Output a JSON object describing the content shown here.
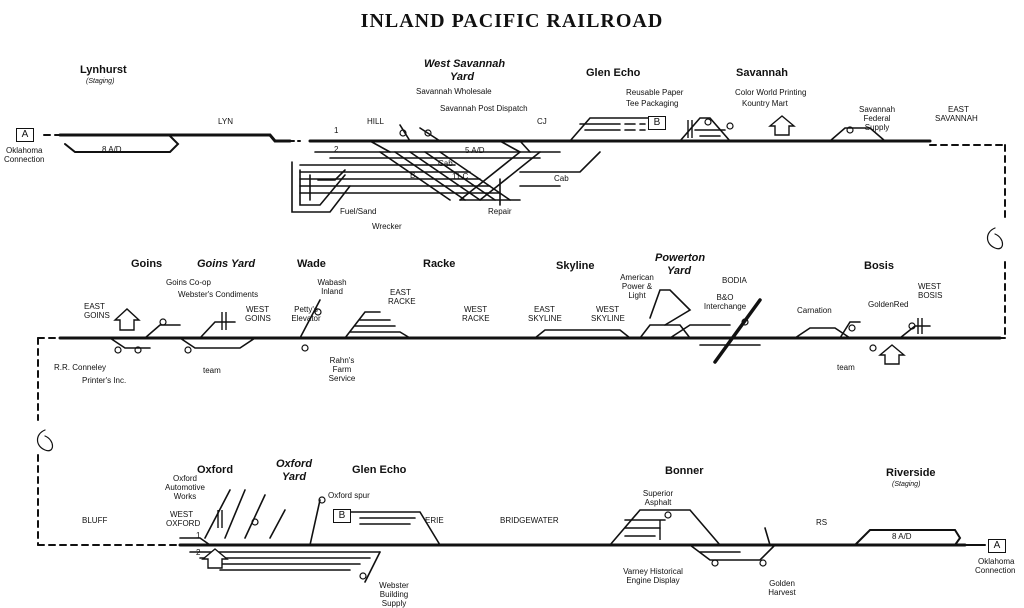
{
  "title": "INLAND PACIFIC RAILROAD",
  "row1": {
    "lynhurst": {
      "name": "Lynhurst",
      "note": "(Staging)",
      "track": "8 A/D",
      "segment": "LYN"
    },
    "box_a_left": "A",
    "oklahoma_left": [
      "Oklahoma",
      "Connection"
    ],
    "track_numbers": [
      "1",
      "2"
    ],
    "hill": "HILL",
    "west_savannah": {
      "name": [
        "West Savannah",
        "Yard"
      ],
      "industries": [
        "Savannah Wholesale",
        "Savannah Post Dispatch"
      ],
      "tracks": [
        "5 A/D",
        "11 C"
      ],
      "cab": "Cab",
      "fuel": "Fuel/Sand",
      "wrecker": "Wrecker",
      "repair": "Repair",
      "b": "B"
    },
    "cj": "CJ",
    "cab2": "Cab",
    "glen_echo": {
      "name": "Glen Echo",
      "industries": [
        "Reusable Paper",
        "Tee Packaging"
      ],
      "box": "B"
    },
    "savannah": {
      "name": "Savannah",
      "industries": [
        "Color World Printing",
        "Kountry Mart"
      ]
    },
    "savannah_federal": "Savannah Federal Supply",
    "east_savannah": [
      "EAST",
      "SAVANNAH"
    ]
  },
  "row2": {
    "goins": {
      "name": "Goins",
      "yard": "Goins Yard",
      "east": [
        "EAST",
        "GOINS"
      ],
      "west": [
        "WEST",
        "GOINS"
      ],
      "industries": [
        "Goins Co-op",
        "Webster's Condiments",
        "R.R. Conneley",
        "Printer's Inc.",
        "team"
      ]
    },
    "wade": {
      "name": "Wade",
      "industries": [
        "Wabash Inland",
        "Petty's Elevator",
        "Rahn's Farm Service"
      ]
    },
    "racke": {
      "name": "Racke",
      "east": [
        "EAST",
        "RACKE"
      ],
      "west": [
        "WEST",
        "RACKE"
      ]
    },
    "skyline": {
      "name": "Skyline",
      "east": [
        "EAST",
        "SKYLINE"
      ],
      "west": [
        "WEST",
        "SKYLINE"
      ]
    },
    "powerton": {
      "name": [
        "Powerton",
        "Yard"
      ],
      "industries": [
        "American Power & Light",
        "B&O Interchange"
      ],
      "bodia": "BODIA"
    },
    "bosis": {
      "name": "Bosis",
      "west": [
        "WEST",
        "BOSIS"
      ],
      "industries": [
        "Carnation",
        "GoldenRed",
        "team"
      ]
    }
  },
  "row3": {
    "bluff": "BLUFF",
    "oxford": {
      "name": "Oxford",
      "yard": [
        "Oxford",
        "Yard"
      ],
      "west": [
        "WEST",
        "OXFORD"
      ],
      "industries": [
        "Oxford Automotive Works",
        "Webster Building Supply"
      ],
      "spur": "Oxford spur"
    },
    "track_numbers": [
      "1",
      "2"
    ],
    "glen_echo": {
      "name": "Glen Echo",
      "box": "B"
    },
    "erie": "ERIE",
    "bridgewater": "BRIDGEWATER",
    "bonner": {
      "name": "Bonner",
      "industries": [
        "Superior Asphalt",
        "Varney Historical Engine Display",
        "Golden Harvest"
      ]
    },
    "rs": "RS",
    "riverside": {
      "name": "Riverside",
      "note": "(Staging)",
      "track": "8 A/D"
    },
    "box_a_right": "A",
    "oklahoma_right": [
      "Oklahoma",
      "Connection"
    ]
  }
}
